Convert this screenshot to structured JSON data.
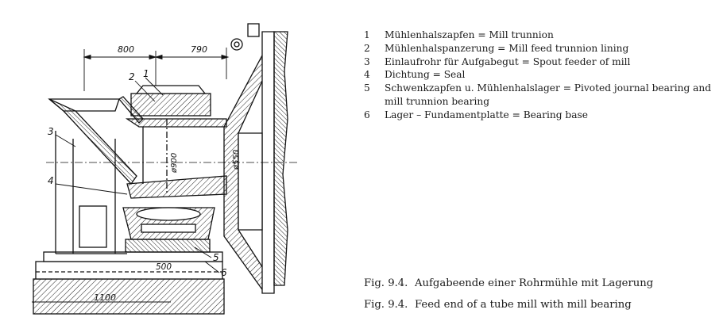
{
  "drawing": {
    "dimensions": {
      "left": "800",
      "right": "790",
      "bore_large": "ø900",
      "bore_small": "ø550",
      "base_pad": "500",
      "base_width": "1100"
    },
    "callouts": [
      "1",
      "2",
      "3",
      "4",
      "5",
      "6"
    ]
  },
  "legend": [
    {
      "num": "1",
      "text": "Mühlenhalszapfen = Mill trunnion"
    },
    {
      "num": "2",
      "text": "Mühlenhalspanzerung = Mill feed trunnion lining"
    },
    {
      "num": "3",
      "text": "Einlaufrohr für Aufgabegut = Spout feeder of mill"
    },
    {
      "num": "4",
      "text": "Dichtung = Seal"
    },
    {
      "num": "5",
      "text": "Schwenkzapfen u. Mühlenhalslager = Pivoted journal bearing and mill trunnion bearing"
    },
    {
      "num": "6",
      "text": "Lager – Fundamentplatte = Bearing base"
    }
  ],
  "captions": {
    "german": {
      "fig": "Fig. 9.4.",
      "text": "Aufgabeende einer Rohrmühle mit Lagerung"
    },
    "english": {
      "fig": "Fig. 9.4.",
      "text": "Feed end of a tube mill with mill bearing"
    }
  }
}
